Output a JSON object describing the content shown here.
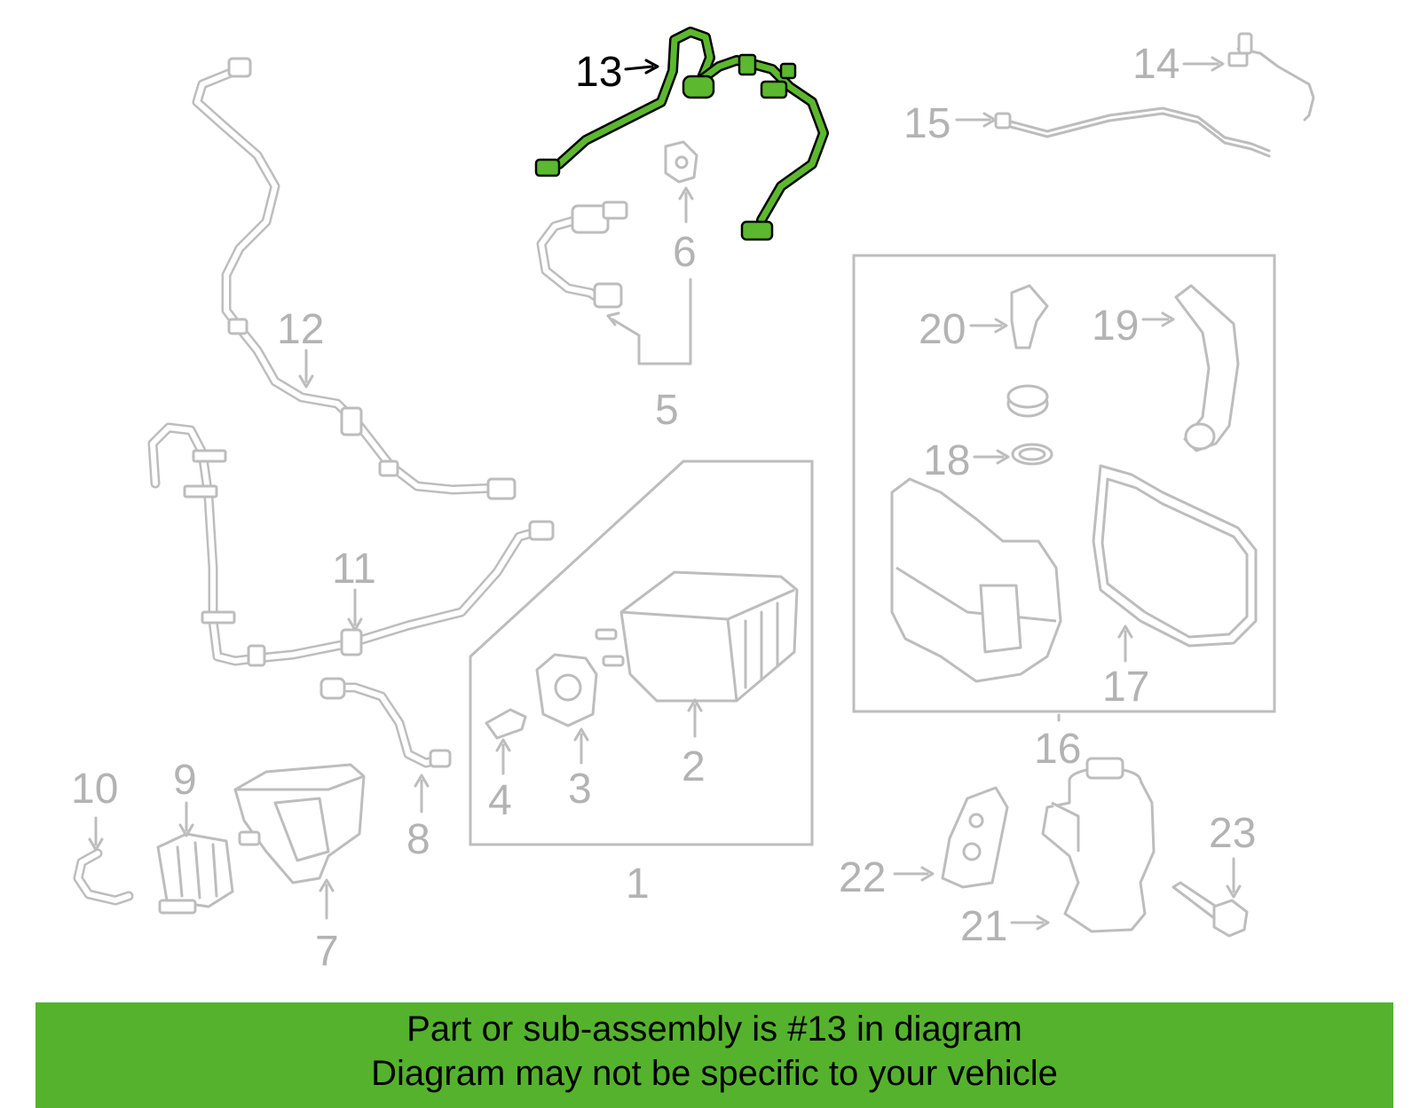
{
  "callouts": {
    "c1": "1",
    "c2": "2",
    "c3": "3",
    "c4": "4",
    "c5": "5",
    "c6": "6",
    "c7": "7",
    "c8": "8",
    "c9": "9",
    "c10": "10",
    "c11": "11",
    "c12": "12",
    "c13": "13",
    "c14": "14",
    "c15": "15",
    "c16": "16",
    "c17": "17",
    "c18": "18",
    "c19": "19",
    "c20": "20",
    "c21": "21",
    "c22": "22",
    "c23": "23"
  },
  "highlight": {
    "part_number": "13",
    "color": "#5cb82e"
  },
  "banner": {
    "line1": "Part or sub-assembly is #13 in diagram",
    "line2": "Diagram may not be specific to your vehicle",
    "color": "#55b22d"
  }
}
